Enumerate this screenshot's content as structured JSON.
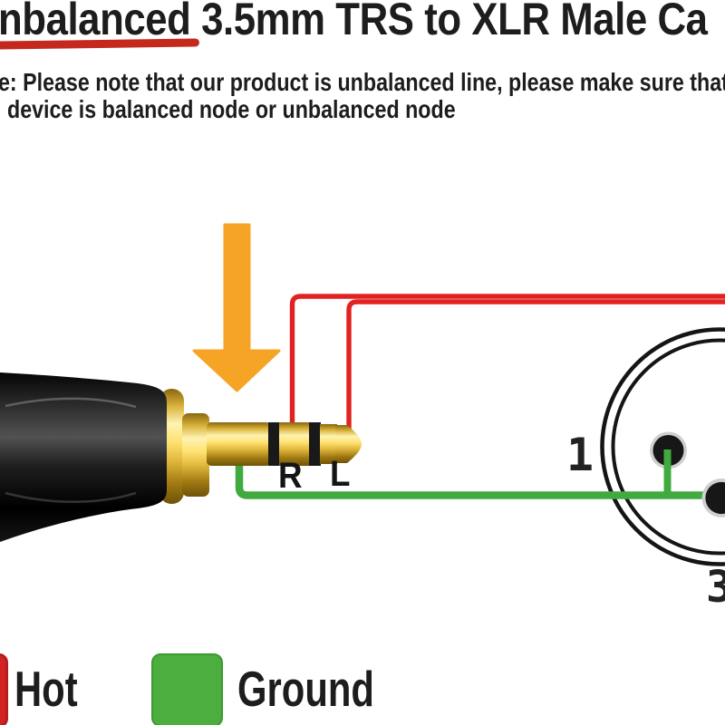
{
  "header": {
    "title": "nbalanced 3.5mm TRS to XLR Male Ca",
    "note_line1": "e: Please note that our product is unbalanced line, please make sure that",
    "note_line2": "device is balanced node or unbalanced node"
  },
  "diagram": {
    "plug_labels": {
      "ring": "R",
      "tip": "L"
    },
    "xlr_pins": {
      "pin1_label": "1",
      "pin3_label": "3"
    },
    "colors": {
      "hot_wire": "#e12220",
      "ground_wire": "#41aa3e",
      "arrow": "#f6a426",
      "title_underline": "#c5291d",
      "gold": "#e2b93e",
      "connector_black": "#0a0a0a"
    }
  },
  "legend": {
    "items": [
      {
        "label": "Hot",
        "color": "#d42222"
      },
      {
        "label": "Ground",
        "color": "#4cae3e"
      }
    ]
  }
}
